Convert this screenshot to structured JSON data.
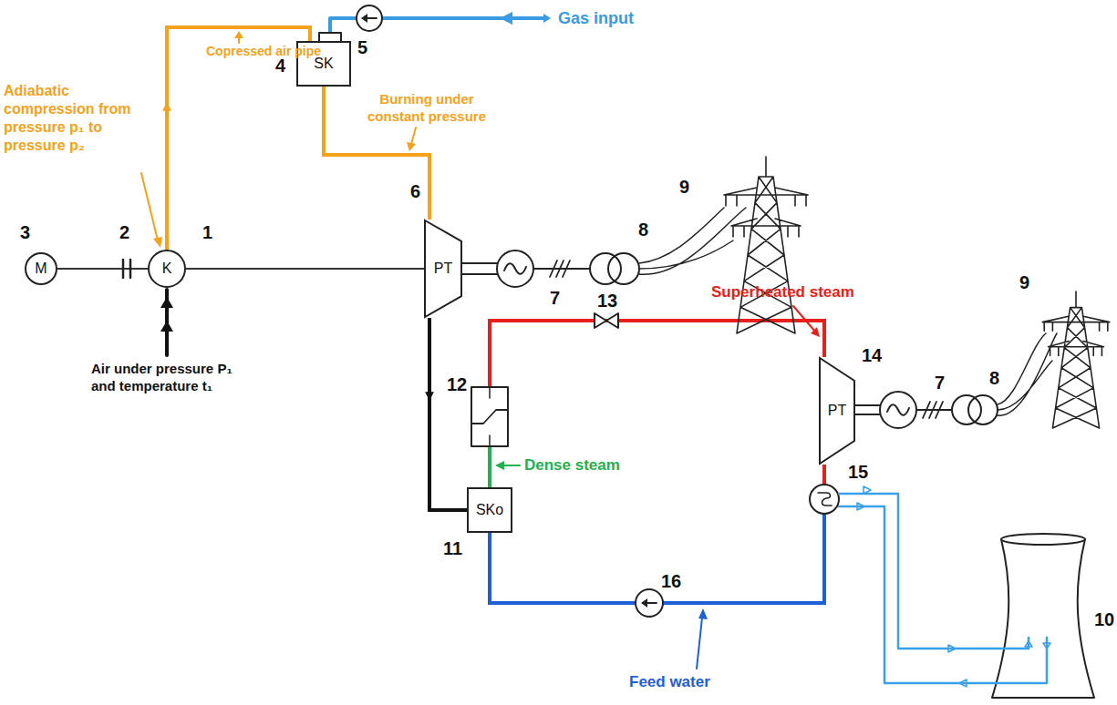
{
  "diagram": {
    "nodes": [
      {
        "text": [
          "M"
        ]
      },
      {
        "text": [
          "K"
        ]
      },
      {
        "text": [
          "SK"
        ]
      },
      {
        "text": [
          "PT"
        ]
      },
      {
        "text": [
          "SKo"
        ]
      },
      {
        "text": [
          "PT"
        ]
      }
    ],
    "edges": [
      {
        "from": 0,
        "to": 1,
        "arrow": "none"
      },
      {
        "from": 1,
        "to": 2,
        "arrow": "to"
      },
      {
        "from": 2,
        "to": 3,
        "arrow": "none"
      },
      {
        "from": 1,
        "to": 3,
        "arrow": "none"
      },
      {
        "from": 3,
        "to": 4,
        "arrow": "to"
      },
      {
        "from": 4,
        "to": 5,
        "arrow": "none"
      },
      {
        "from": 5,
        "to": 4,
        "arrow": "none"
      }
    ],
    "labels": [
      "3",
      "2",
      "1",
      "Adiabatic compression from pressure p₁ to pressure p₂",
      "Copressed air pipe",
      "4",
      "5",
      "Gas input",
      "Burning under constant pressure",
      "6",
      "7",
      "8",
      "9",
      "Air under pressure P₁ and temperature t₁",
      "13",
      "Superheated steam",
      "12",
      "Dense steam",
      "14",
      "7",
      "8",
      "9",
      "11",
      "15",
      "10",
      "16",
      "Feed water"
    ]
  }
}
